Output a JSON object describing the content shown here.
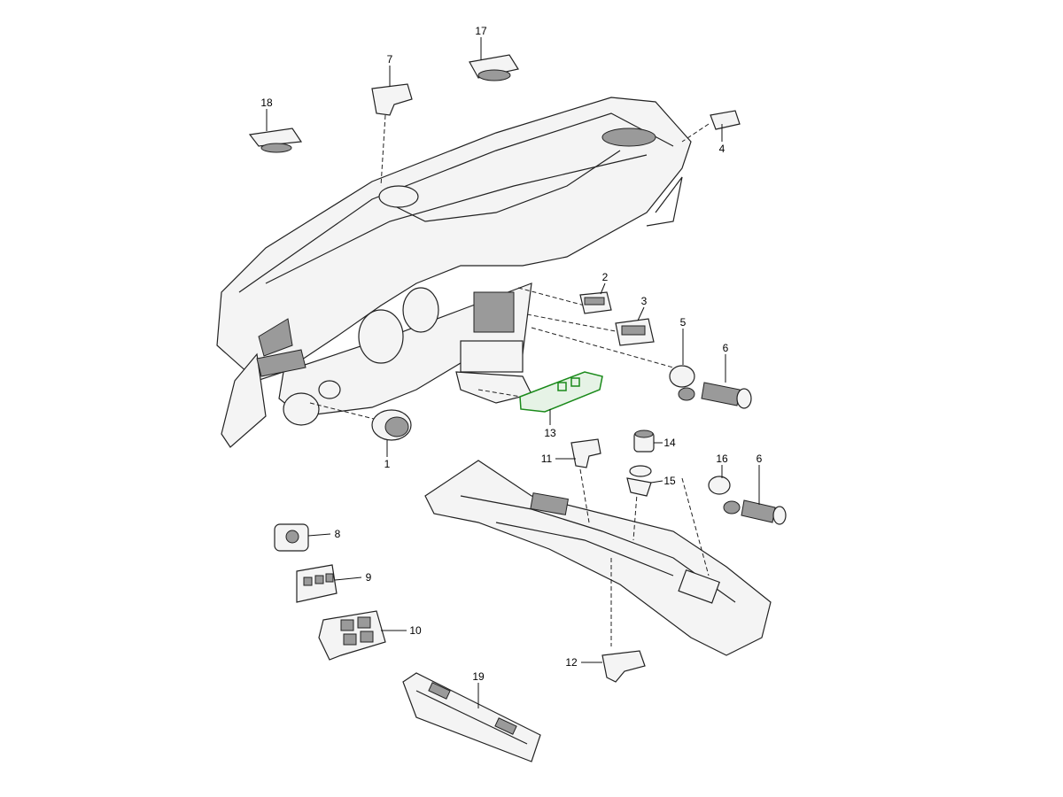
{
  "diagram": {
    "selected_part": "13",
    "highlight_color": "#1a8a1a",
    "callouts": [
      {
        "id": "17",
        "label": "17"
      },
      {
        "id": "7",
        "label": "7"
      },
      {
        "id": "18",
        "label": "18"
      },
      {
        "id": "4",
        "label": "4"
      },
      {
        "id": "2",
        "label": "2"
      },
      {
        "id": "3",
        "label": "3"
      },
      {
        "id": "5",
        "label": "5"
      },
      {
        "id": "6a",
        "label": "6"
      },
      {
        "id": "13",
        "label": "13"
      },
      {
        "id": "1",
        "label": "1"
      },
      {
        "id": "14",
        "label": "14"
      },
      {
        "id": "11",
        "label": "11"
      },
      {
        "id": "16",
        "label": "16"
      },
      {
        "id": "6b",
        "label": "6"
      },
      {
        "id": "15",
        "label": "15"
      },
      {
        "id": "8",
        "label": "8"
      },
      {
        "id": "9",
        "label": "9"
      },
      {
        "id": "10",
        "label": "10"
      },
      {
        "id": "12",
        "label": "12"
      },
      {
        "id": "19",
        "label": "19"
      }
    ]
  }
}
